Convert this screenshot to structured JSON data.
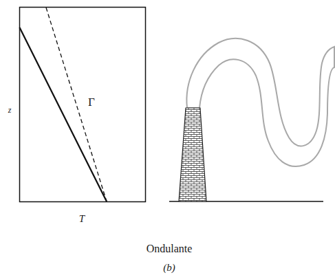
{
  "diagram": {
    "labels": [
      "z",
      "Γ",
      "T",
      "Ondulante",
      "(b)"
    ]
  }
}
